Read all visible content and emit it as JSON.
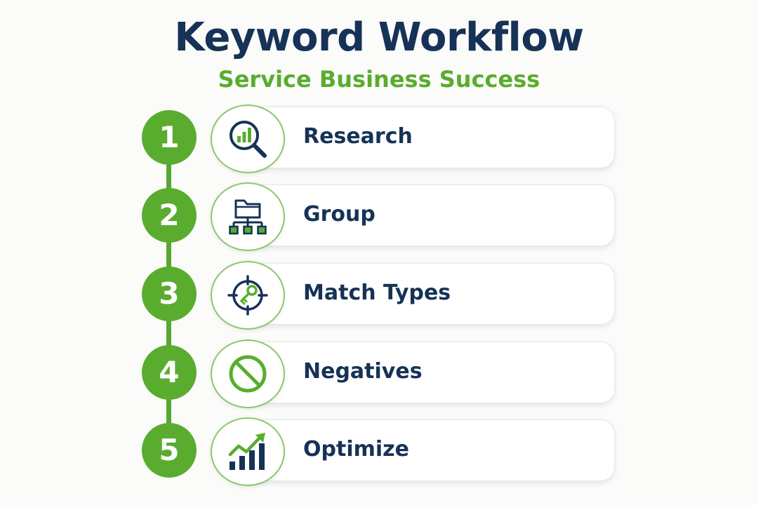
{
  "header": {
    "title": "Keyword Workflow",
    "subtitle": "Service Business Success"
  },
  "colors": {
    "navy": "#163256",
    "green": "#5aac2f"
  },
  "steps": [
    {
      "number": "1",
      "label": "Research",
      "icon": "magnifier-bar-chart-icon"
    },
    {
      "number": "2",
      "label": "Group",
      "icon": "folder-hierarchy-icon"
    },
    {
      "number": "3",
      "label": "Match Types",
      "icon": "key-target-icon"
    },
    {
      "number": "4",
      "label": "Negatives",
      "icon": "prohibited-icon"
    },
    {
      "number": "5",
      "label": "Optimize",
      "icon": "growth-chart-icon"
    }
  ]
}
